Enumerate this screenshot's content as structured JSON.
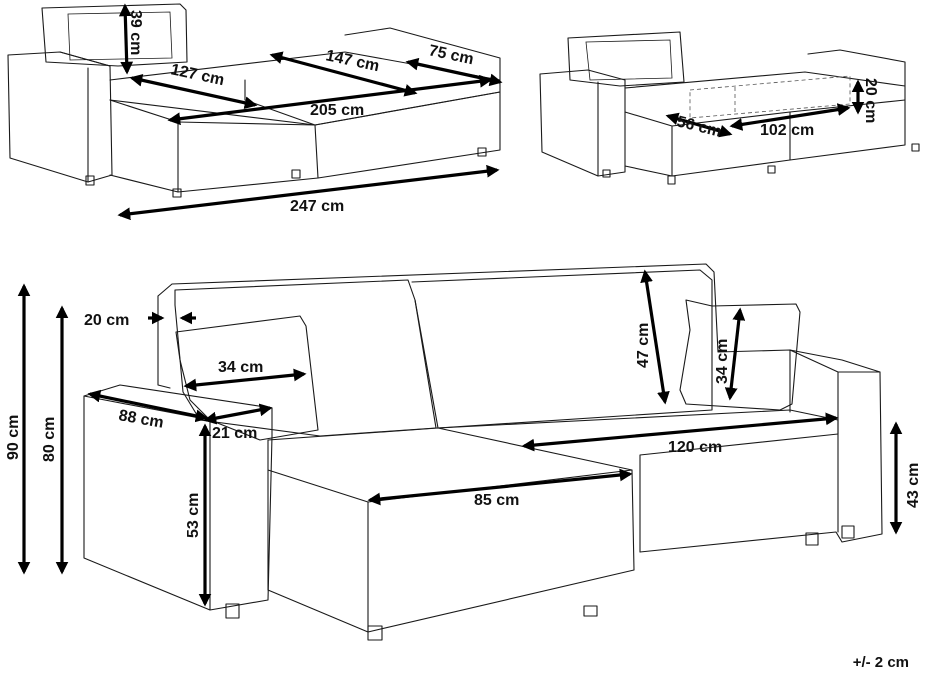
{
  "dimensions": {
    "top_left": {
      "backrest_height": "39 cm",
      "chaise_depth": "127 cm",
      "middle_seat_width": "147 cm",
      "armrest_depth": "75 cm",
      "inner_width": "205 cm",
      "total_width": "247 cm"
    },
    "top_right": {
      "storage_depth": "56 cm",
      "storage_width": "102 cm",
      "storage_height": "20 cm"
    },
    "main": {
      "total_height": "90 cm",
      "back_height": "80 cm",
      "backrest_thickness": "20 cm",
      "pillow_width_left": "34 cm",
      "armrest_length": "88 cm",
      "armrest_width": "21 cm",
      "armrest_height": "53 cm",
      "backrest_cushion_height": "47 cm",
      "pillow_width_right": "34 cm",
      "seat_width": "120 cm",
      "chaise_width": "85 cm",
      "seat_height": "43 cm"
    }
  },
  "tolerance": "+/- 2 cm"
}
